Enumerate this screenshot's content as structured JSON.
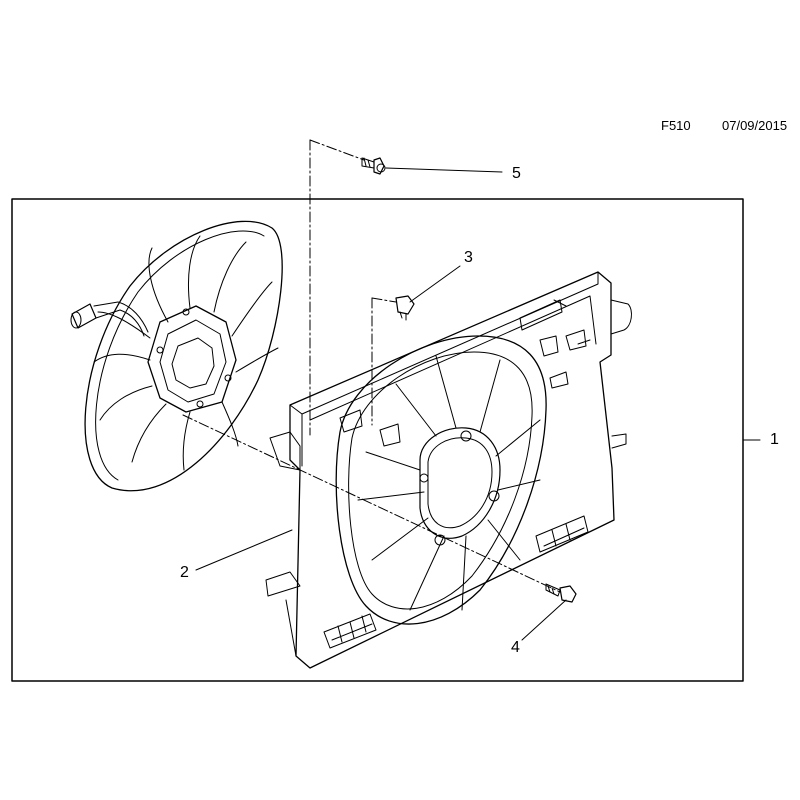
{
  "header": {
    "diagram_code": "F510",
    "date": "07/09/2015"
  },
  "callouts": [
    "1",
    "2",
    "3",
    "4",
    "5"
  ],
  "colors": {
    "line": "#000000",
    "background": "#ffffff"
  }
}
